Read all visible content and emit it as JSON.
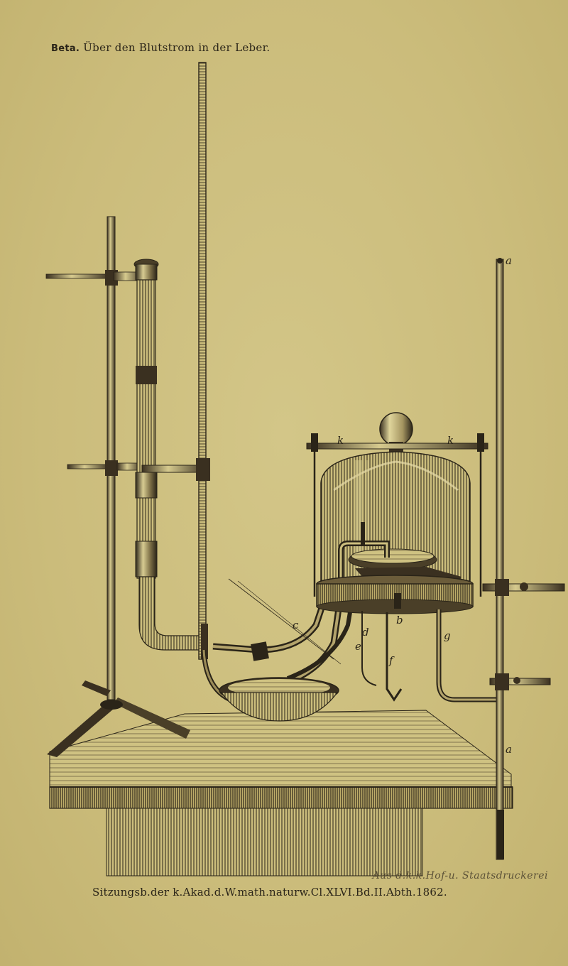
{
  "header": {
    "author": "Beta.",
    "title": "Über den Blutstrom in der Leber."
  },
  "figure_labels": {
    "a_top": "a",
    "a_bottom": "a",
    "k_left": "k",
    "k_right": "k",
    "c": "c",
    "d": "d",
    "e": "e",
    "b": "b",
    "f": "f",
    "g": "g"
  },
  "footer": {
    "credit": "Aus d.k.k.Hof-u. Staatsdruckerei",
    "citation": "Sitzungsb.der k.Akad.d.W.math.naturw.Cl.XLVI.Bd.II.Abth.1862."
  },
  "colors": {
    "paper": "#cdbf7e",
    "ink": "#2a2418"
  }
}
